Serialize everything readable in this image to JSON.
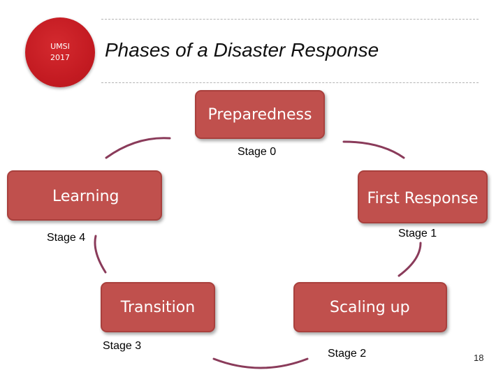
{
  "badge": {
    "line1": "UMSI",
    "line2": "2017"
  },
  "title": "Phases of a Disaster Response",
  "phases": [
    {
      "name": "Preparedness",
      "stage": "Stage 0"
    },
    {
      "name": "First Response",
      "stage": "Stage 1"
    },
    {
      "name": "Scaling up",
      "stage": "Stage 2"
    },
    {
      "name": "Transition",
      "stage": "Stage 3"
    },
    {
      "name": "Learning",
      "stage": "Stage 4"
    }
  ],
  "page_number": "18",
  "colors": {
    "box_fill": "#c0504d",
    "box_border": "#a9403d",
    "arc": "#8a3b5a",
    "badge": "#c41b22"
  }
}
